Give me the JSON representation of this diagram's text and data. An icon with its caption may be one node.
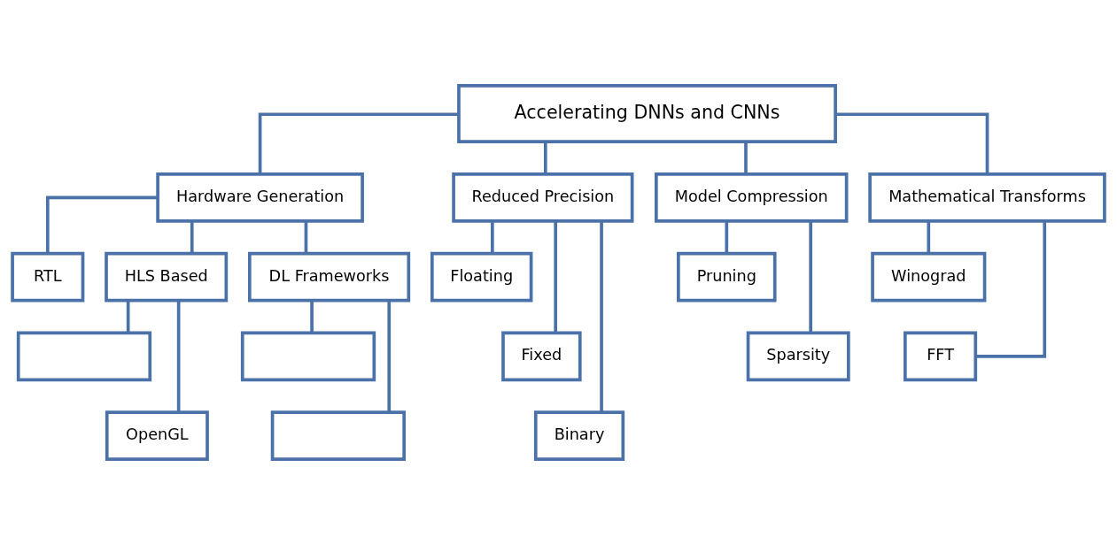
{
  "diagram": {
    "nodes": [
      {
        "text": [
          "Accelerating DNNs and CNNs"
        ]
      },
      {
        "text": [
          "Hardware Generation"
        ]
      },
      {
        "text": [
          "Reduced Precision"
        ]
      },
      {
        "text": [
          "Model Compression"
        ]
      },
      {
        "text": [
          "Mathematical Transforms"
        ]
      },
      {
        "text": [
          "RTL"
        ]
      },
      {
        "text": [
          "HLS Based"
        ]
      },
      {
        "text": [
          "DL Frameworks"
        ]
      },
      {
        "text": [
          "Floating"
        ]
      },
      {
        "text": [
          "Fixed"
        ]
      },
      {
        "text": [
          "Binary"
        ]
      },
      {
        "text": [
          "Pruning"
        ]
      },
      {
        "text": [
          "Sparsity"
        ]
      },
      {
        "text": [
          "Winograd"
        ]
      },
      {
        "text": [
          "FFT"
        ]
      },
      {
        "text": [],
        "shape": "box"
      },
      {
        "text": [
          "OpenGL"
        ]
      },
      {
        "text": [],
        "shape": "box"
      },
      {
        "text": [],
        "shape": "box"
      }
    ],
    "edges": [
      {
        "from": 0,
        "to": 1,
        "arrow": "none"
      },
      {
        "from": 0,
        "to": 2,
        "arrow": "none"
      },
      {
        "from": 0,
        "to": 3,
        "arrow": "none"
      },
      {
        "from": 0,
        "to": 4,
        "arrow": "none"
      },
      {
        "from": 1,
        "to": 5,
        "arrow": "none"
      },
      {
        "from": 1,
        "to": 6,
        "arrow": "none"
      },
      {
        "from": 1,
        "to": 7,
        "arrow": "none"
      },
      {
        "from": 2,
        "to": 8,
        "arrow": "none"
      },
      {
        "from": 2,
        "to": 9,
        "arrow": "none"
      },
      {
        "from": 2,
        "to": 10,
        "arrow": "none"
      },
      {
        "from": 3,
        "to": 11,
        "arrow": "none"
      },
      {
        "from": 3,
        "to": 12,
        "arrow": "none"
      },
      {
        "from": 4,
        "to": 13,
        "arrow": "none"
      },
      {
        "from": 4,
        "to": 14,
        "arrow": "none"
      },
      {
        "from": 6,
        "to": 15,
        "arrow": "none"
      },
      {
        "from": 6,
        "to": 16,
        "arrow": "none"
      },
      {
        "from": 7,
        "to": 17,
        "arrow": "none"
      },
      {
        "from": 7,
        "to": 18,
        "arrow": "none"
      }
    ]
  }
}
